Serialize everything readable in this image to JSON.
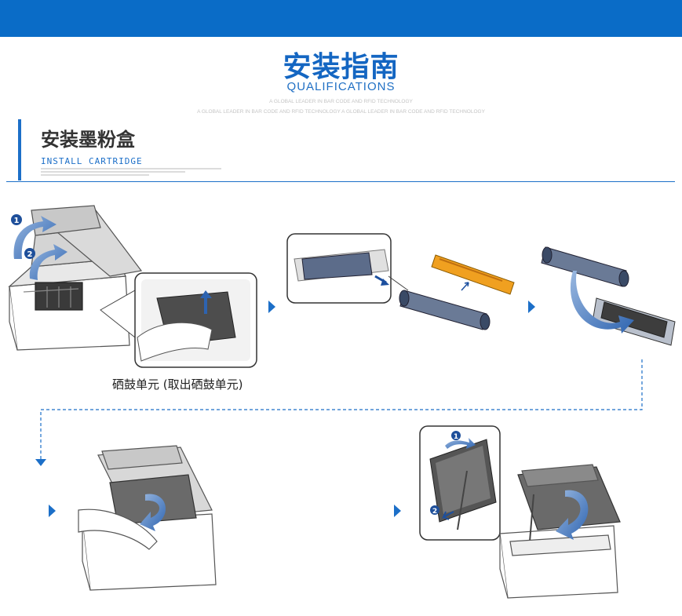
{
  "header": {
    "title": "安装指南",
    "subtitle": "QUALIFICATIONS",
    "tagline_1": "A GLOBAL LEADER IN BAR CODE AND RFID TECHNOLOGY",
    "tagline_2": "A GLOBAL LEADER IN BAR CODE AND RFID TECHNOLOGY A GLOBAL LEADER IN BAR CODE AND RFID TECHNOLOGY"
  },
  "section": {
    "title": "安装墨粉盒",
    "subtitle": "INSTALL CARTRIDGE"
  },
  "steps": {
    "step1_caption": "硒鼓单元 (取出硒鼓单元)",
    "marker_1": "1",
    "marker_2": "2"
  },
  "colors": {
    "brand_blue": "#0a6cc7",
    "accent_blue": "#1c6fc8",
    "toner_orange": "#f0a020"
  }
}
